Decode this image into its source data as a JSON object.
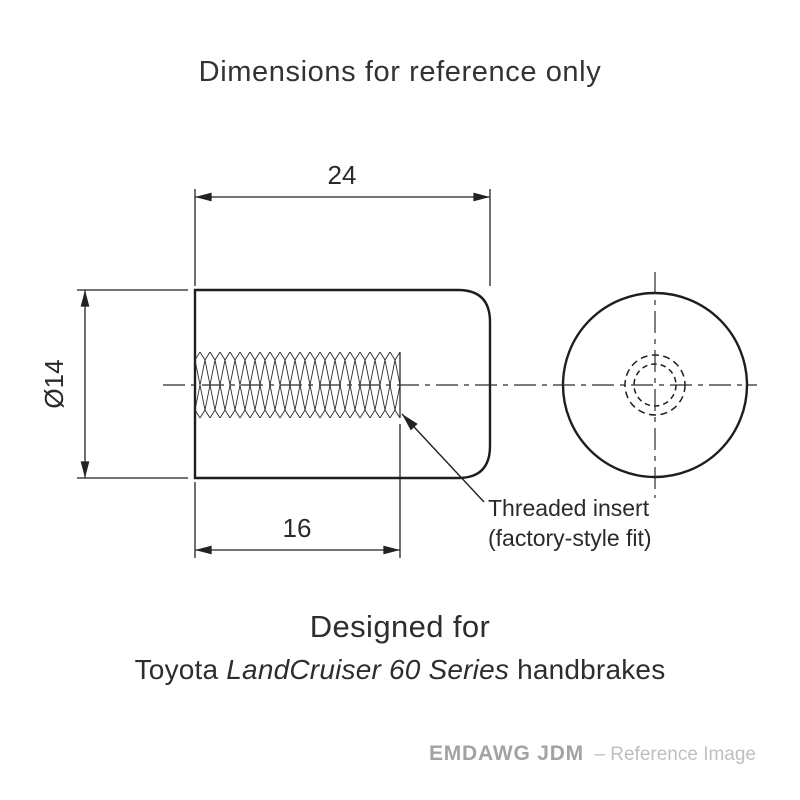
{
  "title": "Dimensions for reference only",
  "colors": {
    "line_ink": "#1e1e1e",
    "watermark_gray": "#a3a3a3"
  },
  "drawing": {
    "length_label": "24",
    "diameter_label": "Ø14",
    "thread_length_label": "16",
    "callout_line1": "Threaded insert",
    "callout_line2": "(factory-style fit)"
  },
  "footer": {
    "designed_for": "Designed for",
    "model_prefix": "Toyota",
    "model_italic": "LandCruiser 60 Series",
    "model_suffix": "handbrakes"
  },
  "watermark": {
    "brand": "EMDAWG JDM",
    "note": "– Reference Image"
  }
}
